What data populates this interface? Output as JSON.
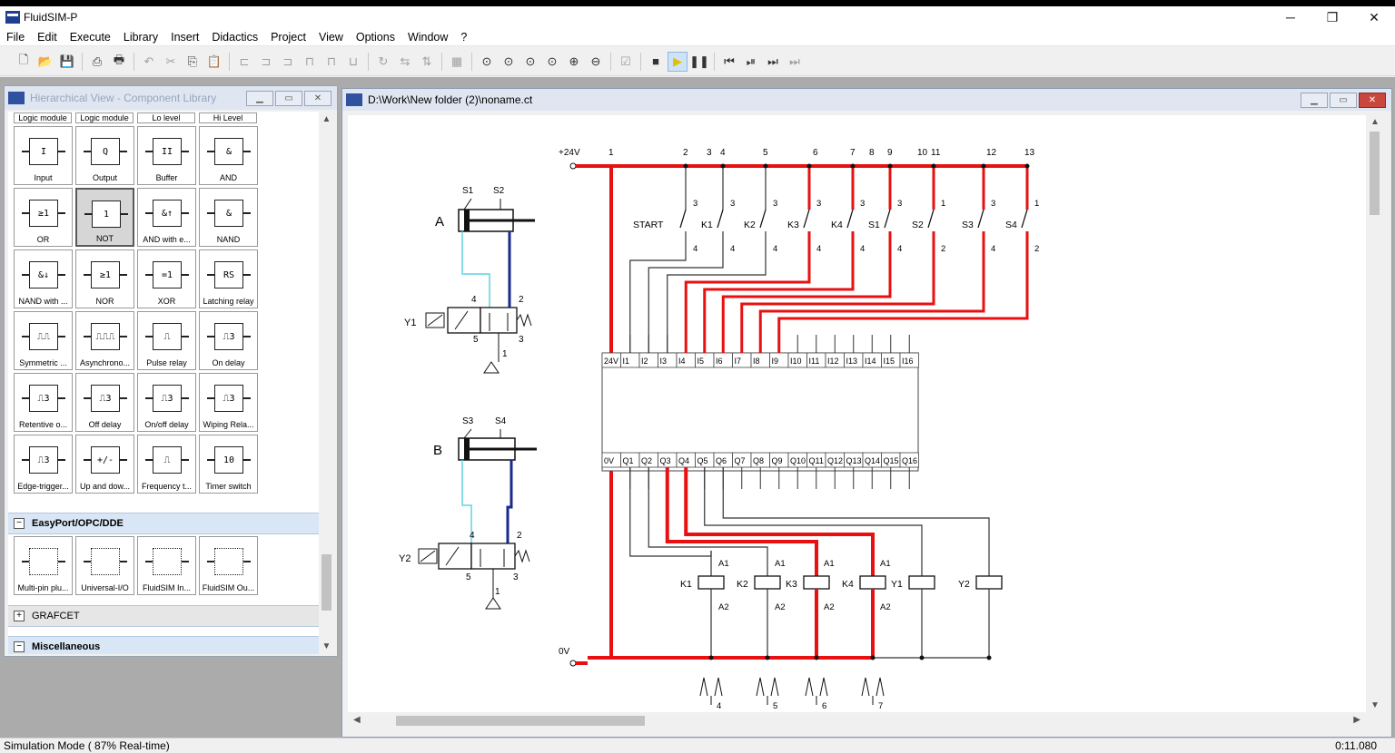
{
  "app": {
    "title": "FluidSIM-P"
  },
  "window_buttons": {
    "minimize": "─",
    "restore": "❐",
    "close": "✕"
  },
  "menu": [
    "File",
    "Edit",
    "Execute",
    "Library",
    "Insert",
    "Didactics",
    "Project",
    "View",
    "Options",
    "Window",
    "?"
  ],
  "toolbar": [
    "new-icon",
    "open-icon",
    "save-icon",
    "print-preview-icon",
    "print-icon",
    "undo-icon",
    "cut-icon",
    "copy-icon",
    "paste-icon",
    "align-left-icon",
    "align-center-icon",
    "align-right-icon",
    "align-top-icon",
    "align-middle-icon",
    "align-bottom-icon",
    "rotate-icon",
    "flip-h-icon",
    "flip-v-icon",
    "grid-icon",
    "zoom-1-1-icon",
    "zoom-circuit-icon",
    "zoom-window-icon",
    "zoom-fit-icon",
    "zoom-in-icon",
    "zoom-out-icon",
    "check-icon",
    "stop-icon",
    "play-icon",
    "pause-icon",
    "reset-icon",
    "step-icon",
    "step-to-state-icon",
    "step-end-icon"
  ],
  "library": {
    "title": "Hierarchical View - Component Library",
    "column_headers": [
      "Logic module",
      "Logic module",
      "Lo level",
      "Hi Level"
    ],
    "components": [
      {
        "label": "Input",
        "sym": "I"
      },
      {
        "label": "Output",
        "sym": "Q"
      },
      {
        "label": "Buffer",
        "sym": "II"
      },
      {
        "label": "AND",
        "sym": "&"
      },
      {
        "label": "OR",
        "sym": "≥1"
      },
      {
        "label": "NOT",
        "sym": "1"
      },
      {
        "label": "AND with e...",
        "sym": "&↑"
      },
      {
        "label": "NAND",
        "sym": "&"
      },
      {
        "label": "NAND with ...",
        "sym": "&↓"
      },
      {
        "label": "NOR",
        "sym": "≥1"
      },
      {
        "label": "XOR",
        "sym": "=1"
      },
      {
        "label": "Latching relay",
        "sym": "RS"
      },
      {
        "label": "Symmetric ...",
        "sym": "⎍⎍"
      },
      {
        "label": "Asynchrono...",
        "sym": "⎍⎍⎍"
      },
      {
        "label": "Pulse relay",
        "sym": "⎍"
      },
      {
        "label": "On delay",
        "sym": "⎍3"
      },
      {
        "label": "Retentive o...",
        "sym": "⎍3"
      },
      {
        "label": "Off delay",
        "sym": "⎍3"
      },
      {
        "label": "On/off delay",
        "sym": "⎍3"
      },
      {
        "label": "Wiping Rela...",
        "sym": "⎍3"
      },
      {
        "label": "Edge-trigger...",
        "sym": "⎍3"
      },
      {
        "label": "Up and dow...",
        "sym": "+/-"
      },
      {
        "label": "Frequency t...",
        "sym": "⎍"
      },
      {
        "label": "Timer switch",
        "sym": "10"
      }
    ],
    "groups": [
      {
        "label": "EasyPort/OPC/DDE",
        "expander": "−"
      },
      {
        "label": "GRAFCET",
        "expander": "+"
      },
      {
        "label": "Miscellaneous",
        "expander": "−"
      }
    ],
    "easyport_components": [
      {
        "label": "Multi-pin plu..."
      },
      {
        "label": "Universal-I/O"
      },
      {
        "label": "FluidSIM In..."
      },
      {
        "label": "FluidSIM Ou..."
      }
    ]
  },
  "circuit": {
    "title": "D:\\Work\\New folder (2)\\noname.ct",
    "supply": {
      "positive": "+24V",
      "ground": "0V"
    },
    "top_columns": [
      "1",
      "2",
      "3",
      "4",
      "5",
      "6",
      "7",
      "8",
      "9",
      "10",
      "11",
      "12",
      "13"
    ],
    "switches": [
      {
        "label": "START",
        "top": "3",
        "bottom": "4"
      },
      {
        "label": "K1",
        "top": "3",
        "bottom": "4"
      },
      {
        "label": "K2",
        "top": "3",
        "bottom": "4"
      },
      {
        "label": "K3",
        "top": "3",
        "bottom": "4"
      },
      {
        "label": "K4",
        "top": "3",
        "bottom": "4"
      },
      {
        "label": "S1",
        "top": "3",
        "bottom": "4"
      },
      {
        "label": "S2",
        "top": "1",
        "bottom": "2"
      },
      {
        "label": "S3",
        "top": "3",
        "bottom": "4"
      },
      {
        "label": "S4",
        "top": "1",
        "bottom": "2"
      }
    ],
    "plc_inputs": [
      "24V",
      "I1",
      "I2",
      "I3",
      "I4",
      "I5",
      "I6",
      "I7",
      "I8",
      "I9",
      "I10",
      "I11",
      "I12",
      "I13",
      "I14",
      "I15",
      "I16"
    ],
    "plc_outputs": [
      "0V",
      "Q1",
      "Q2",
      "Q3",
      "Q4",
      "Q5",
      "Q6",
      "Q7",
      "Q8",
      "Q9",
      "Q10",
      "Q11",
      "Q12",
      "Q13",
      "Q14",
      "Q15",
      "Q16"
    ],
    "coils": [
      {
        "label": "K1",
        "a1": "A1",
        "a2": "A2"
      },
      {
        "label": "K2",
        "a1": "A1",
        "a2": "A2"
      },
      {
        "label": "K3",
        "a1": "A1",
        "a2": "A2"
      },
      {
        "label": "K4",
        "a1": "A1",
        "a2": "A2"
      },
      {
        "label": "Y1"
      },
      {
        "label": "Y2"
      }
    ],
    "contact_refs": [
      "4",
      "5",
      "6",
      "7"
    ],
    "cylinder_a": {
      "name": "A",
      "sensors": [
        "S1",
        "S2"
      ],
      "valve": "Y1",
      "ports": [
        "4",
        "2",
        "5",
        "1",
        "3"
      ]
    },
    "cylinder_b": {
      "name": "B",
      "sensors": [
        "S3",
        "S4"
      ],
      "valve": "Y2",
      "ports": [
        "4",
        "2",
        "5",
        "1",
        "3"
      ]
    },
    "colors": {
      "energized": "#e81010",
      "wire": "#333333",
      "pneumatic_line": "#1a2a8c",
      "exhaust_line": "#5fd3e0"
    }
  },
  "status": {
    "mode": "Simulation Mode ( 87% Real-time)",
    "time": "0:11.080"
  }
}
